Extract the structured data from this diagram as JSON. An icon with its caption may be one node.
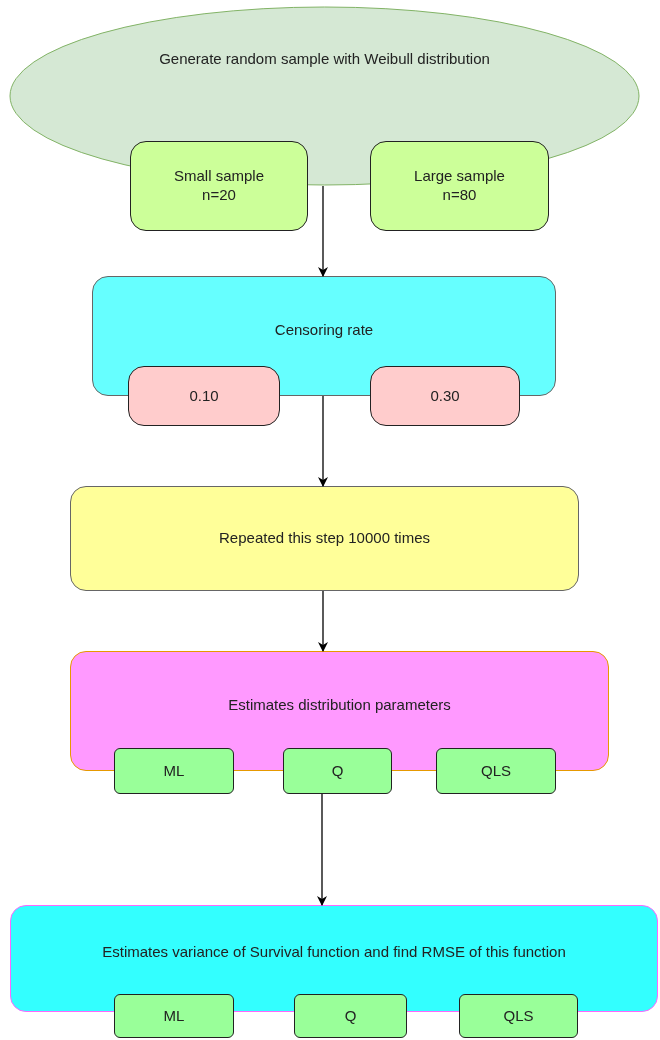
{
  "diagram": {
    "nodes": [
      {
        "text": [
          "Generate random sample with Weibull distribution"
        ]
      },
      {
        "text": [
          "Small sample n=20"
        ]
      },
      {
        "text": [
          "Large sample n=80"
        ]
      },
      {
        "text": [
          "Censoring rate"
        ]
      },
      {
        "text": [
          "0.10"
        ]
      },
      {
        "text": [
          "0.30"
        ]
      },
      {
        "text": [
          "Repeated this step 10000 times"
        ]
      },
      {
        "text": [
          "Estimates distribution parameters"
        ]
      },
      {
        "text": [
          "ML"
        ]
      },
      {
        "text": [
          "Q"
        ]
      },
      {
        "text": [
          "QLS"
        ]
      },
      {
        "text": [
          "Estimates variance of Survival function and find RMSE of this function"
        ]
      },
      {
        "text": [
          "ML"
        ]
      },
      {
        "text": [
          "Q"
        ]
      },
      {
        "text": [
          "QLS"
        ]
      }
    ],
    "edges": [
      {
        "from": 0,
        "to": 3,
        "arrow": "to"
      },
      {
        "from": 3,
        "to": 6,
        "arrow": "to"
      },
      {
        "from": 6,
        "to": 7,
        "arrow": "to"
      },
      {
        "from": 9,
        "to": 11,
        "arrow": "to"
      }
    ]
  }
}
